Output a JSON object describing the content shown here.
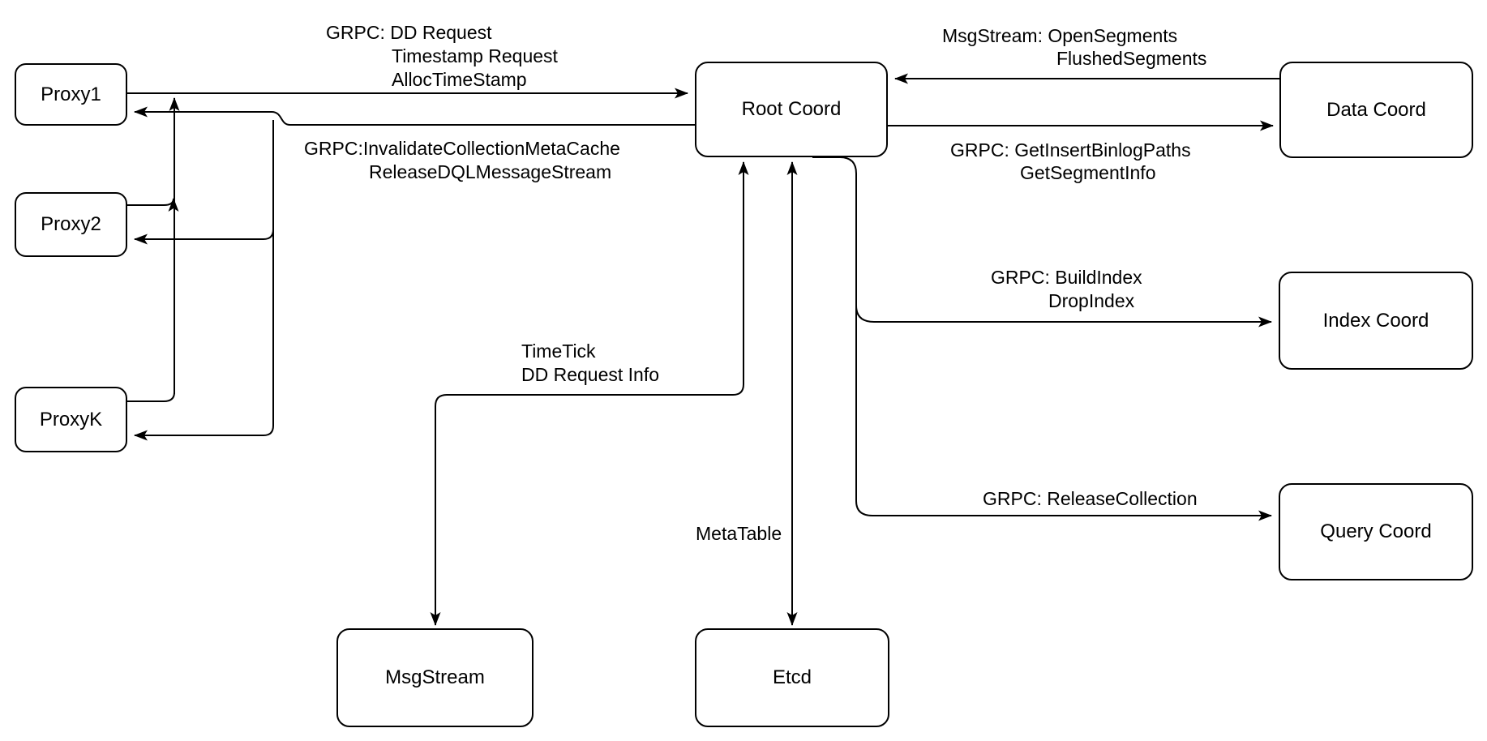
{
  "diagram": {
    "nodes": {
      "proxy1": "Proxy1",
      "proxy2": "Proxy2",
      "proxyk": "ProxyK",
      "root_coord": "Root Coord",
      "data_coord": "Data Coord",
      "index_coord": "Index Coord",
      "query_coord": "Query Coord",
      "msgstream": "MsgStream",
      "etcd": "Etcd"
    },
    "edge_labels": {
      "proxy_to_root": {
        "lines": [
          "GRPC: DD Request",
          "Timestamp Request",
          "AllocTimeStamp"
        ]
      },
      "root_to_proxy": {
        "lines": [
          "GRPC:InvalidateCollectionMetaCache",
          "ReleaseDQLMessageStream"
        ]
      },
      "data_to_root": {
        "lines": [
          "MsgStream: OpenSegments",
          "FlushedSegments"
        ]
      },
      "root_to_data": {
        "lines": [
          "GRPC: GetInsertBinlogPaths",
          "GetSegmentInfo"
        ]
      },
      "root_to_index": {
        "lines": [
          "GRPC: BuildIndex",
          "DropIndex"
        ]
      },
      "root_to_query": {
        "lines": [
          "GRPC: ReleaseCollection"
        ]
      },
      "root_to_msgstream": {
        "lines": [
          "TimeTick",
          "DD Request Info"
        ]
      },
      "root_to_etcd": {
        "lines": [
          "MetaTable"
        ]
      }
    },
    "colors": {
      "stroke": "#000000",
      "node_fill": "#ffffff",
      "background": "#ffffff"
    }
  }
}
